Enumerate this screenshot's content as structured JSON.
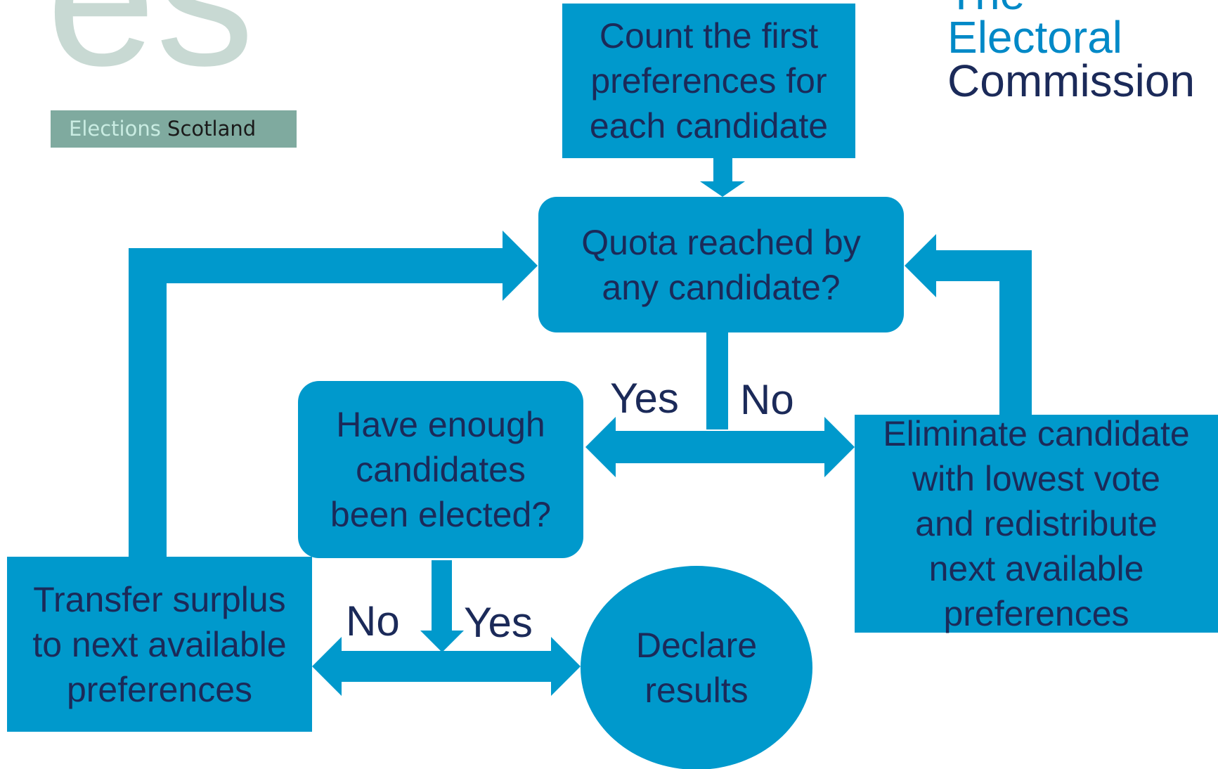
{
  "logos": {
    "elections_scotland": {
      "monogram": "es",
      "word_1": "Elections",
      "word_2": "Scotland",
      "strip_color": "#7faa9f",
      "monogram_color": "#c8d9d3"
    },
    "electoral_commission": {
      "line_1": "The",
      "line_2": "Electoral",
      "line_3": "Commission",
      "accent_color": "#0089c7",
      "dark_color": "#1b2a59"
    }
  },
  "flowchart": {
    "colors": {
      "node_fill": "#0099cc",
      "text": "#1b2a59",
      "arrow": "#0099cc"
    },
    "nodes": {
      "count_first_prefs": "Count the first\npreferences for\neach candidate",
      "quota_reached": "Quota reached by\nany candidate?",
      "enough_elected": "Have enough\ncandidates\nbeen elected?",
      "eliminate_lowest": "Eliminate candidate\nwith lowest vote\nand redistribute\nnext available\npreferences",
      "transfer_surplus": "Transfer surplus\nto next available\npreferences",
      "declare_results": "Declare\nresults"
    },
    "branch_labels": {
      "quota_yes": "Yes",
      "quota_no": "No",
      "elected_no": "No",
      "elected_yes": "Yes"
    }
  }
}
